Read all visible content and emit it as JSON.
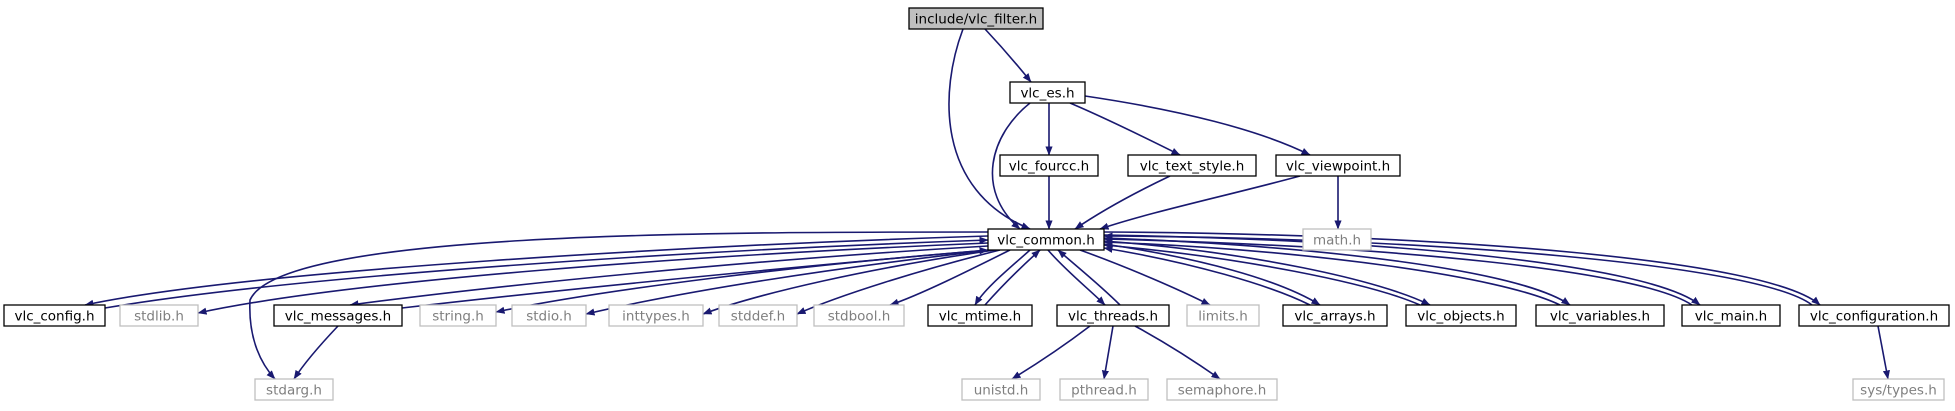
{
  "nodes": [
    {
      "id": "vlc_filter",
      "label": "include/vlc_filter.h",
      "style": "root"
    },
    {
      "id": "vlc_es",
      "label": "vlc_es.h",
      "style": "doc"
    },
    {
      "id": "vlc_fourcc",
      "label": "vlc_fourcc.h",
      "style": "doc"
    },
    {
      "id": "vlc_text_style",
      "label": "vlc_text_style.h",
      "style": "doc"
    },
    {
      "id": "vlc_viewpoint",
      "label": "vlc_viewpoint.h",
      "style": "doc"
    },
    {
      "id": "math",
      "label": "math.h",
      "style": "sys"
    },
    {
      "id": "vlc_common",
      "label": "vlc_common.h",
      "style": "doc"
    },
    {
      "id": "vlc_config",
      "label": "vlc_config.h",
      "style": "doc"
    },
    {
      "id": "stdlib",
      "label": "stdlib.h",
      "style": "sys"
    },
    {
      "id": "vlc_messages",
      "label": "vlc_messages.h",
      "style": "doc"
    },
    {
      "id": "string",
      "label": "string.h",
      "style": "sys"
    },
    {
      "id": "stdio",
      "label": "stdio.h",
      "style": "sys"
    },
    {
      "id": "inttypes",
      "label": "inttypes.h",
      "style": "sys"
    },
    {
      "id": "stddef",
      "label": "stddef.h",
      "style": "sys"
    },
    {
      "id": "stdbool",
      "label": "stdbool.h",
      "style": "sys"
    },
    {
      "id": "vlc_mtime",
      "label": "vlc_mtime.h",
      "style": "doc"
    },
    {
      "id": "vlc_threads",
      "label": "vlc_threads.h",
      "style": "doc"
    },
    {
      "id": "limits",
      "label": "limits.h",
      "style": "sys"
    },
    {
      "id": "vlc_arrays",
      "label": "vlc_arrays.h",
      "style": "doc"
    },
    {
      "id": "vlc_objects",
      "label": "vlc_objects.h",
      "style": "doc"
    },
    {
      "id": "vlc_variables",
      "label": "vlc_variables.h",
      "style": "doc"
    },
    {
      "id": "vlc_main",
      "label": "vlc_main.h",
      "style": "doc"
    },
    {
      "id": "vlc_configuration",
      "label": "vlc_configuration.h",
      "style": "doc"
    },
    {
      "id": "stdarg",
      "label": "stdarg.h",
      "style": "sys"
    },
    {
      "id": "unistd",
      "label": "unistd.h",
      "style": "sys"
    },
    {
      "id": "pthread",
      "label": "pthread.h",
      "style": "sys"
    },
    {
      "id": "semaphore",
      "label": "semaphore.h",
      "style": "sys"
    },
    {
      "id": "sys_types",
      "label": "sys/types.h",
      "style": "sys"
    }
  ],
  "edges": [
    {
      "from": "vlc_filter",
      "to": "vlc_es"
    },
    {
      "from": "vlc_filter",
      "to": "vlc_common"
    },
    {
      "from": "vlc_es",
      "to": "vlc_common"
    },
    {
      "from": "vlc_es",
      "to": "vlc_fourcc"
    },
    {
      "from": "vlc_es",
      "to": "vlc_text_style"
    },
    {
      "from": "vlc_es",
      "to": "vlc_viewpoint"
    },
    {
      "from": "vlc_fourcc",
      "to": "vlc_common"
    },
    {
      "from": "vlc_text_style",
      "to": "vlc_common"
    },
    {
      "from": "vlc_viewpoint",
      "to": "vlc_common"
    },
    {
      "from": "vlc_viewpoint",
      "to": "math"
    },
    {
      "from": "vlc_common",
      "to": "vlc_config"
    },
    {
      "from": "vlc_config",
      "to": "vlc_common"
    },
    {
      "from": "vlc_common",
      "to": "stdlib"
    },
    {
      "from": "vlc_common",
      "to": "stdarg"
    },
    {
      "from": "vlc_common",
      "to": "vlc_messages"
    },
    {
      "from": "vlc_messages",
      "to": "vlc_common"
    },
    {
      "from": "vlc_messages",
      "to": "stdarg"
    },
    {
      "from": "vlc_common",
      "to": "string"
    },
    {
      "from": "vlc_common",
      "to": "stdio"
    },
    {
      "from": "vlc_common",
      "to": "inttypes"
    },
    {
      "from": "vlc_common",
      "to": "stddef"
    },
    {
      "from": "vlc_common",
      "to": "stdbool"
    },
    {
      "from": "vlc_common",
      "to": "vlc_mtime"
    },
    {
      "from": "vlc_mtime",
      "to": "vlc_common"
    },
    {
      "from": "vlc_common",
      "to": "vlc_threads"
    },
    {
      "from": "vlc_threads",
      "to": "vlc_common"
    },
    {
      "from": "vlc_threads",
      "to": "unistd"
    },
    {
      "from": "vlc_threads",
      "to": "pthread"
    },
    {
      "from": "vlc_threads",
      "to": "semaphore"
    },
    {
      "from": "vlc_common",
      "to": "limits"
    },
    {
      "from": "vlc_common",
      "to": "vlc_arrays"
    },
    {
      "from": "vlc_arrays",
      "to": "vlc_common"
    },
    {
      "from": "vlc_common",
      "to": "vlc_objects"
    },
    {
      "from": "vlc_objects",
      "to": "vlc_common"
    },
    {
      "from": "vlc_common",
      "to": "vlc_variables"
    },
    {
      "from": "vlc_variables",
      "to": "vlc_common"
    },
    {
      "from": "vlc_common",
      "to": "vlc_main"
    },
    {
      "from": "vlc_main",
      "to": "vlc_common"
    },
    {
      "from": "vlc_common",
      "to": "vlc_configuration"
    },
    {
      "from": "vlc_configuration",
      "to": "vlc_common"
    },
    {
      "from": "vlc_configuration",
      "to": "sys_types"
    }
  ],
  "colors": {
    "edge": "#191970",
    "root_fill": "#bfbfbf",
    "doc_border": "#000000",
    "sys_border": "#bfbfbf",
    "sys_text": "#7f7f7f",
    "text": "#000000"
  }
}
